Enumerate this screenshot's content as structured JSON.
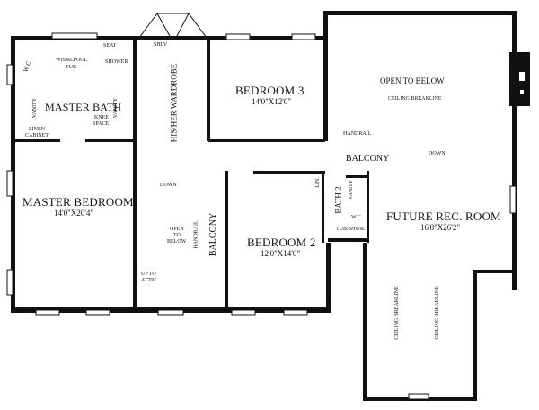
{
  "plan": {
    "rooms": {
      "master_bath": {
        "name": "MASTER BATH"
      },
      "master_bedroom": {
        "name": "MASTER BEDROOM",
        "size": "14'0\"X20'4\""
      },
      "bedroom3": {
        "name": "BEDROOM 3",
        "size": "14'0\"X12'0\""
      },
      "bedroom2": {
        "name": "BEDROOM 2",
        "size": "12'0\"X14'0\""
      },
      "future_rec": {
        "name": "FUTURE REC. ROOM",
        "size": "16'8\"X26'2\""
      },
      "bath2": {
        "name": "BATH 2"
      },
      "balcony_top": {
        "name": "BALCONY"
      },
      "balcony_side": {
        "name": "BALCONY"
      },
      "open_to_below_top": {
        "name": "OPEN TO BELOW"
      },
      "wardrobe": {
        "name": "HIS/HER WARDROBE"
      }
    },
    "fixtures": {
      "wc_master": "W.C.",
      "whirlpool": "WHIRLPOOL TUB",
      "whirlpool_line1": "WHIRLPOOL",
      "whirlpool_line2": "TUB",
      "seat": "SEAT",
      "shower": "SHOWER",
      "vanity_left": "VANITY",
      "vanity_right": "VANITY",
      "knee_space_line1": "KNEE",
      "knee_space_line2": "SPACE",
      "linen_line1": "LINEN",
      "linen_line2": "CABINET",
      "shlv": "SHLV",
      "lin": "LIN.",
      "vanity_bath2": "VANITY",
      "wc_bath2": "W.C.",
      "tub_shwr": "TUB/SHWR."
    },
    "annotations": {
      "ceiling_breakline_top": "CEILING BREAKLINE",
      "ceiling_breakline_left": "CEILING BREAKLINE",
      "ceiling_breakline_right": "CEILING BREAKLINE",
      "handrail_top": "HANDRAIL",
      "handrail_side": "HANDRAIL",
      "down_main": "DOWN",
      "down_stair": "DOWN",
      "open_line1": "OPEN",
      "open_line2": "TO",
      "open_line3": "BELOW",
      "up_line1": "UP TO",
      "up_line2": "ATTIC"
    }
  }
}
